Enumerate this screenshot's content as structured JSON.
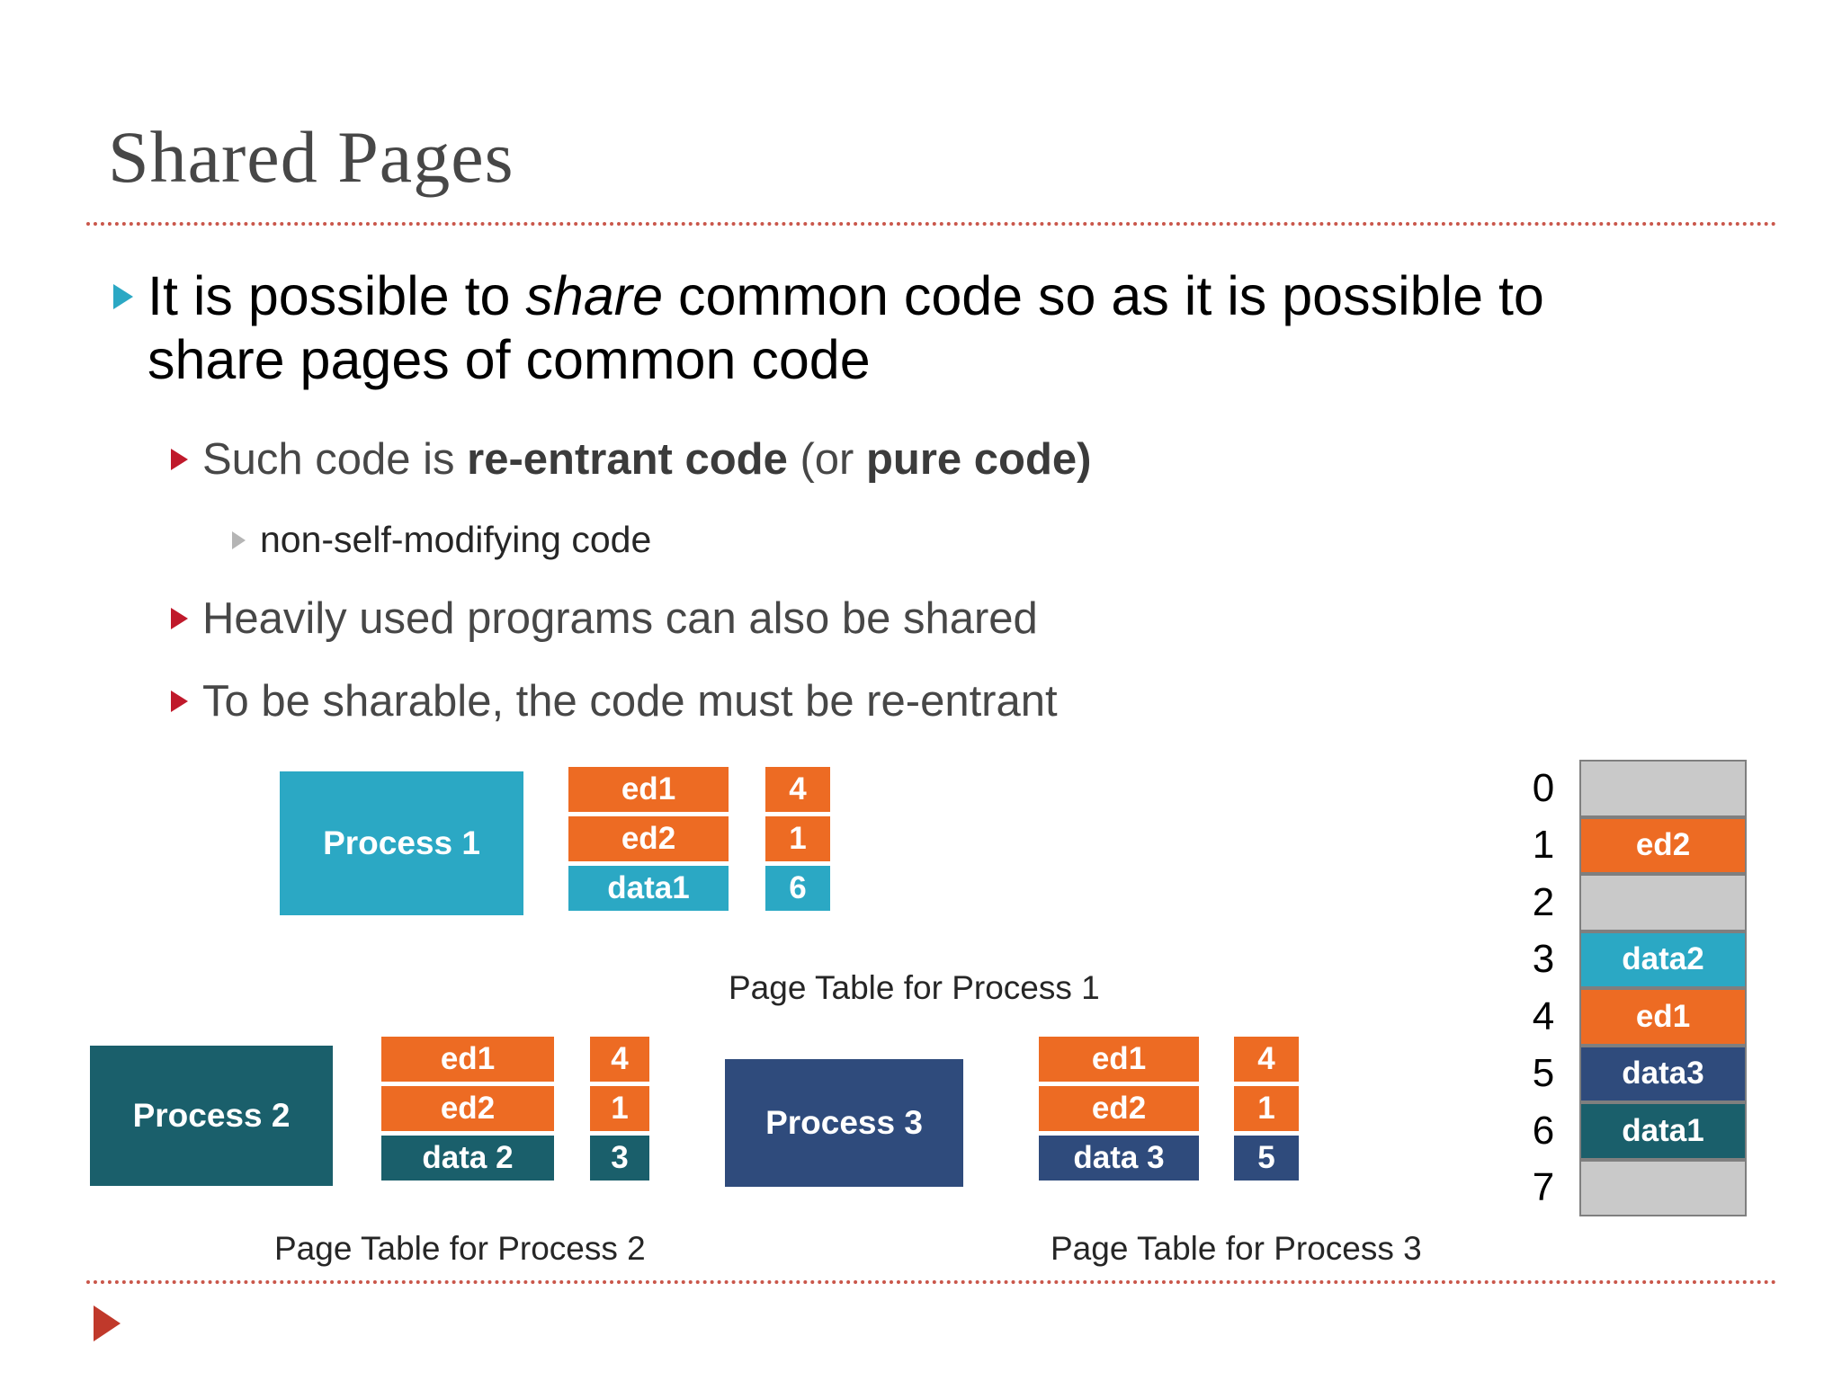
{
  "slide": {
    "title": "Shared Pages"
  },
  "bullets": {
    "b1_pre": "It is possible to ",
    "b1_em": "share",
    "b1_post": " common code so as it is possible to share pages of common code",
    "b2_pre": "Such code is ",
    "b2_b1": "re-entrant code",
    "b2_mid": " (or ",
    "b2_b2": "pure code)",
    "b3": "non-self-modifying code",
    "b4": "Heavily used programs can also be shared",
    "b5": "To be sharable, the code must be re-entrant"
  },
  "diagram": {
    "process1": {
      "label": "Process 1",
      "color": "#2ba8c4",
      "caption": "Page Table for Process 1",
      "rows": [
        {
          "name": "ed1",
          "frame": "4",
          "type": "code"
        },
        {
          "name": "ed2",
          "frame": "1",
          "type": "code"
        },
        {
          "name": "data1",
          "frame": "6",
          "type": "data"
        }
      ]
    },
    "process2": {
      "label": "Process 2",
      "color": "#1a5f6b",
      "caption": "Page Table for Process 2",
      "rows": [
        {
          "name": "ed1",
          "frame": "4",
          "type": "code"
        },
        {
          "name": "ed2",
          "frame": "1",
          "type": "code"
        },
        {
          "name": "data 2",
          "frame": "3",
          "type": "data"
        }
      ]
    },
    "process3": {
      "label": "Process 3",
      "color": "#2f4b7c",
      "caption": "Page Table for Process 3",
      "rows": [
        {
          "name": "ed1",
          "frame": "4",
          "type": "code"
        },
        {
          "name": "ed2",
          "frame": "1",
          "type": "code"
        },
        {
          "name": "data 3",
          "frame": "5",
          "type": "data"
        }
      ]
    },
    "code_color": "#ed6b23",
    "memory": {
      "frames": [
        {
          "index": "0",
          "label": "",
          "fill": "empty"
        },
        {
          "index": "1",
          "label": "ed2",
          "fill": "orange"
        },
        {
          "index": "2",
          "label": "",
          "fill": "empty"
        },
        {
          "index": "3",
          "label": "data2",
          "fill": "cyan"
        },
        {
          "index": "4",
          "label": "ed1",
          "fill": "orange"
        },
        {
          "index": "5",
          "label": "data3",
          "fill": "navy"
        },
        {
          "index": "6",
          "label": "data1",
          "fill": "dteal"
        },
        {
          "index": "7",
          "label": "",
          "fill": "empty"
        }
      ]
    }
  }
}
